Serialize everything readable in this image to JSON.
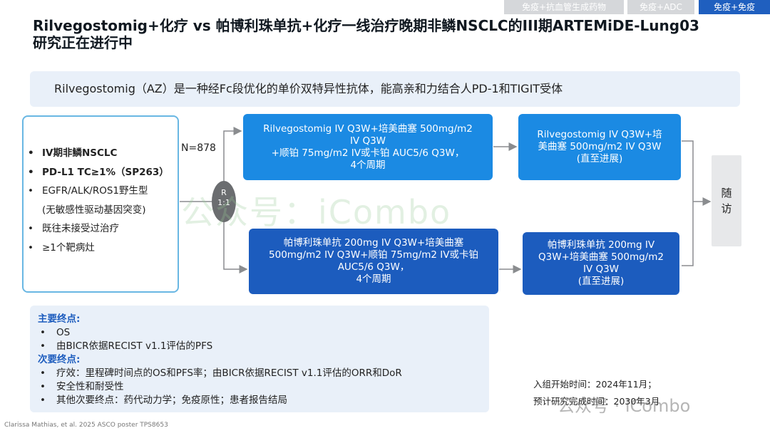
{
  "tabs": [
    "免疫+抗血管生成药物",
    "免疫+ADC",
    "免疫+免疫"
  ],
  "title_line1": "Rilvegostomig+化疗 vs 帕博利珠单抗+化疗一线治疗晚期非鳞NSCLC的III期ARTEMiDE-Lung03",
  "title_line2": "研究正在进行中",
  "info": "Rilvegostomig（AZ）是一种经Fc段优化的单价双特异性抗体，能高亲和力结合人PD-1和TIGIT受体",
  "criteria": [
    "IV期非鳞NSCLC",
    "PD-L1 TC≥1%（SP263）",
    "EGFR/ALK/ROS1野生型",
    "(无敏感性驱动基因突变)",
    "既往未接受过治疗",
    "≥1个靶病灶"
  ],
  "n_label": "N=878",
  "randomization": [
    "R",
    "1:1"
  ],
  "arm1_induction": [
    "Rilvegostomig IV Q3W+培美曲塞 500mg/m2",
    "IV Q3W",
    "+顺铂 75mg/m2 IV或卡铂 AUC5/6 Q3W，",
    "4个周期"
  ],
  "arm1_maintenance": [
    "Rilvegostomig IV Q3W+培",
    "美曲塞 500mg/m2 IV Q3W",
    "(直至进展)"
  ],
  "arm2_induction": [
    "帕博利珠单抗 200mg IV Q3W+培美曲塞",
    "500mg/m2 IV Q3W+顺铂 75mg/m2 IV或卡铂",
    "AUC5/6 Q3W，",
    "4个周期"
  ],
  "arm2_maintenance": [
    "帕博利珠单抗 200mg IV",
    "Q3W+培美曲塞 500mg/m2",
    "IV Q3W",
    "(直至进展)"
  ],
  "follow_up": [
    "随",
    "访"
  ],
  "endpoints": {
    "primary_header": "主要终点:",
    "primary": [
      "OS",
      "由BICR依据RECIST v1.1评估的PFS"
    ],
    "secondary_header": "次要终点:",
    "secondary": [
      "疗效：里程碑时间点的OS和PFS率；由BICR依据RECIST v1.1评估的ORR和DoR",
      "安全性和耐受性",
      "其他次要终点：药代动力学；免疫原性；患者报告结局"
    ]
  },
  "dates": [
    "入组开始时间：2024年11月；",
    "预计研究完成时间：2030年3月"
  ],
  "footnote": "Clarissa Mathias, et al. 2025 ASCO poster TPS8653",
  "watermark": "公众号：iCombo",
  "watermark_corner": "公众号 · iCombo",
  "colors": {
    "accent_light": "#1b8ae3",
    "accent_dark": "#1c5cbe",
    "panel_bg": "#e9f0f9",
    "criteria_border": "#69b7e3"
  }
}
